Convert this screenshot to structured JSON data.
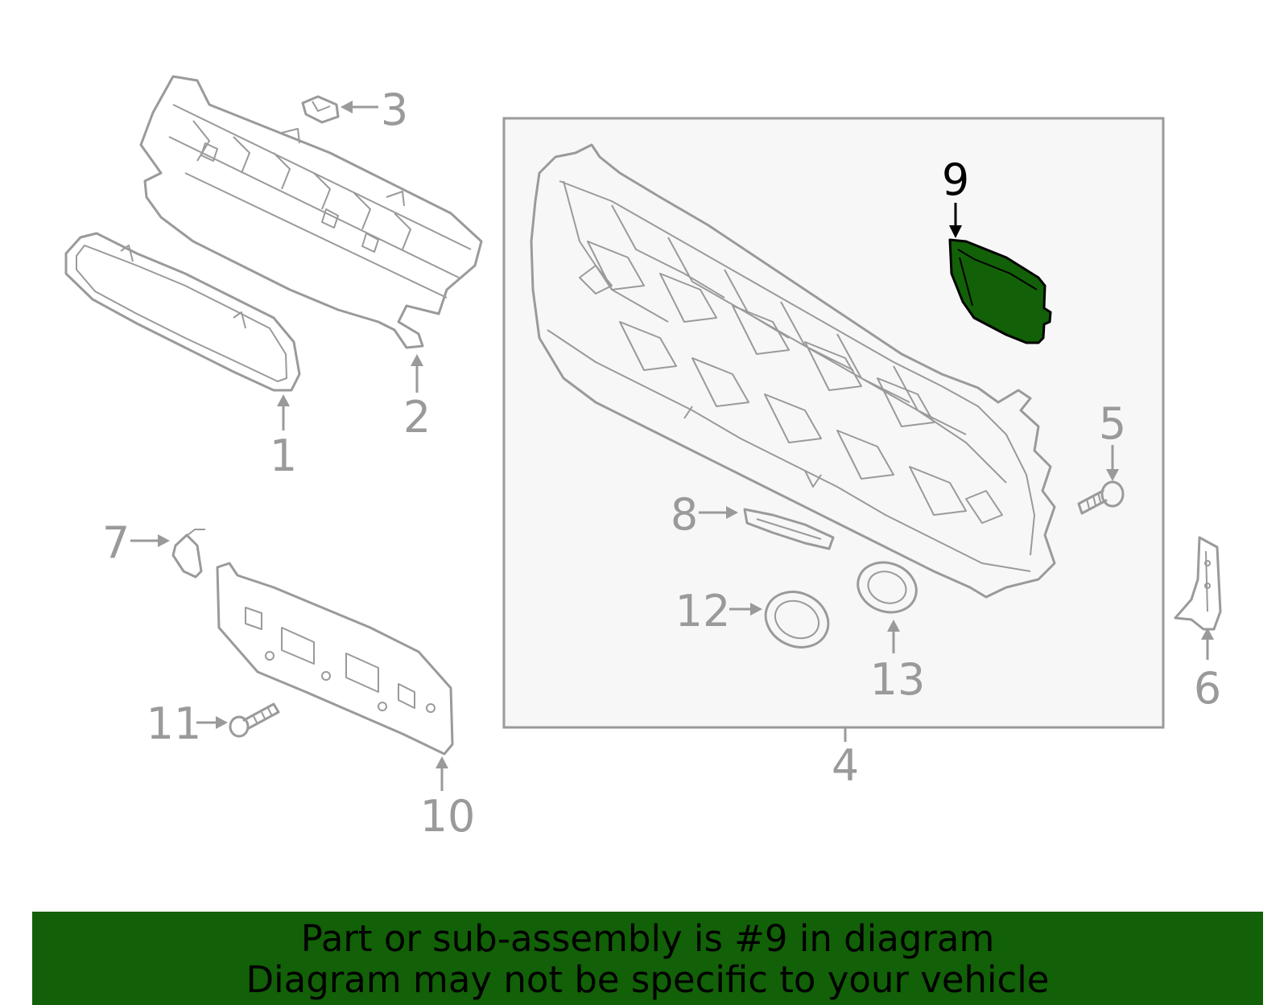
{
  "diagram": {
    "highlight_color": "#126007",
    "callouts": [
      {
        "id": "1",
        "label": "1"
      },
      {
        "id": "2",
        "label": "2"
      },
      {
        "id": "3",
        "label": "3"
      },
      {
        "id": "4",
        "label": "4"
      },
      {
        "id": "5",
        "label": "5"
      },
      {
        "id": "6",
        "label": "6"
      },
      {
        "id": "7",
        "label": "7"
      },
      {
        "id": "8",
        "label": "8"
      },
      {
        "id": "9",
        "label": "9",
        "highlighted": true
      },
      {
        "id": "10",
        "label": "10"
      },
      {
        "id": "11",
        "label": "11"
      },
      {
        "id": "12",
        "label": "12"
      },
      {
        "id": "13",
        "label": "13"
      }
    ]
  },
  "banner": {
    "line1": "Part or sub-assembly is #9 in diagram",
    "line2": "Diagram may not be specific to your vehicle",
    "background": "#126007"
  }
}
